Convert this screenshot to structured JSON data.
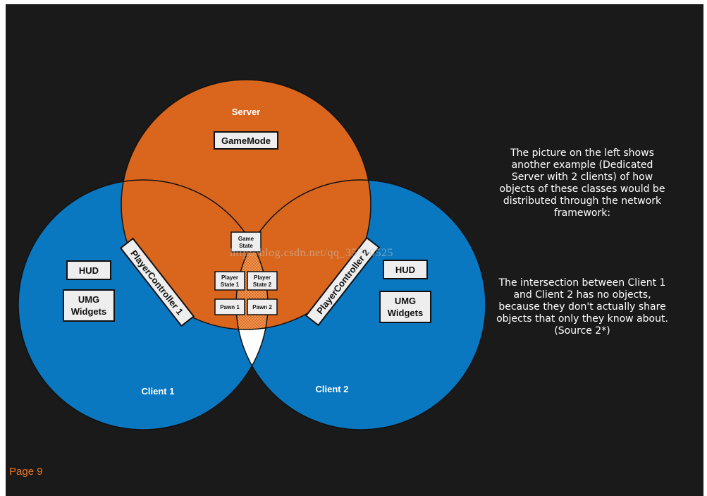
{
  "colors": {
    "background": "#1a1a1a",
    "server": "#d9661c",
    "client": "#0a78c0",
    "outline": "#111111",
    "box_fill": "#eeeeee",
    "page_label": "#e8761f"
  },
  "diagram": {
    "server": {
      "label": "Server",
      "boxes": {
        "gamemode": "GameMode"
      }
    },
    "client1": {
      "label": "Client 1",
      "boxes": {
        "hud": "HUD",
        "umg_line1": "UMG",
        "umg_line2": "Widgets"
      },
      "player_controller": "PlayerController 1"
    },
    "client2": {
      "label": "Client 2",
      "boxes": {
        "hud": "HUD",
        "umg_line1": "UMG",
        "umg_line2": "Widgets"
      },
      "player_controller": "PlayerController 2"
    },
    "shared": {
      "game_state_line1": "Game",
      "game_state_line2": "State",
      "player_state1_line1": "Player",
      "player_state1_line2": "State 1",
      "player_state2_line1": "Player",
      "player_state2_line2": "State 2",
      "pawn1": "Pawn 1",
      "pawn2": "Pawn 2"
    }
  },
  "description": {
    "para1_lines": [
      "The picture on the left shows",
      "another example (Dedicated",
      "Server with 2 clients) of how",
      "objects of these classes would be",
      "distributed through the network",
      "framework:"
    ],
    "para2_lines": [
      "The intersection between Client 1",
      "and Client 2 has no objects,",
      "because they don't actually share",
      "objects that only they know about.",
      "(Source 2*)"
    ]
  },
  "watermark": "http://blog.csdn.net/qq_35760525",
  "page_label": "Page 9"
}
